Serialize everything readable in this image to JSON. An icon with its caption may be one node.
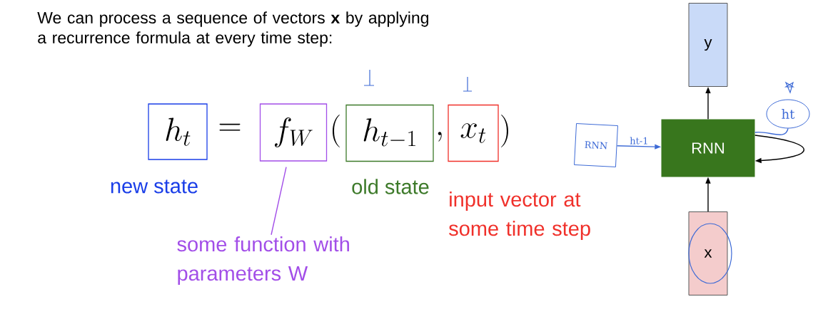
{
  "diagram": {
    "title": "We can process a sequence of vectors **x** by applying a recurrence formula at every time step:",
    "nodes": [
      {
        "text": [
          "h_t"
        ],
        "beside": [
          "new state"
        ]
      },
      {
        "text": [
          "f_W"
        ]
      },
      {
        "text": [
          "h_{t-1}"
        ],
        "beside": [
          "old state"
        ]
      },
      {
        "text": [
          "x_t"
        ],
        "beside": [
          "input vector at some time step"
        ]
      },
      {
        "text": [
          "some function with parameters W"
        ]
      },
      {
        "text": [
          "y"
        ]
      },
      {
        "text": [
          "RNN"
        ]
      },
      {
        "text": [
          "x"
        ]
      },
      {
        "text": [
          "RNN"
        ]
      },
      {
        "text": [
          "ht"
        ]
      }
    ],
    "edges": [
      {
        "from": 4,
        "to": 1,
        "arrow": "none",
        "color": "#a24ee8"
      },
      {
        "from": 7,
        "to": 6,
        "arrow": "to"
      },
      {
        "from": 6,
        "to": 5,
        "arrow": "to"
      },
      {
        "from": 6,
        "to": 6,
        "arrow": "to"
      },
      {
        "from": 8,
        "to": 6,
        "arrow": "to",
        "label": "ht-1",
        "color": "#3d6ad6"
      },
      {
        "from": 6,
        "to": 9,
        "arrow": "none",
        "color": "#3d6ad6"
      }
    ],
    "labels": [
      "=",
      "(",
      ",",
      ")"
    ]
  }
}
